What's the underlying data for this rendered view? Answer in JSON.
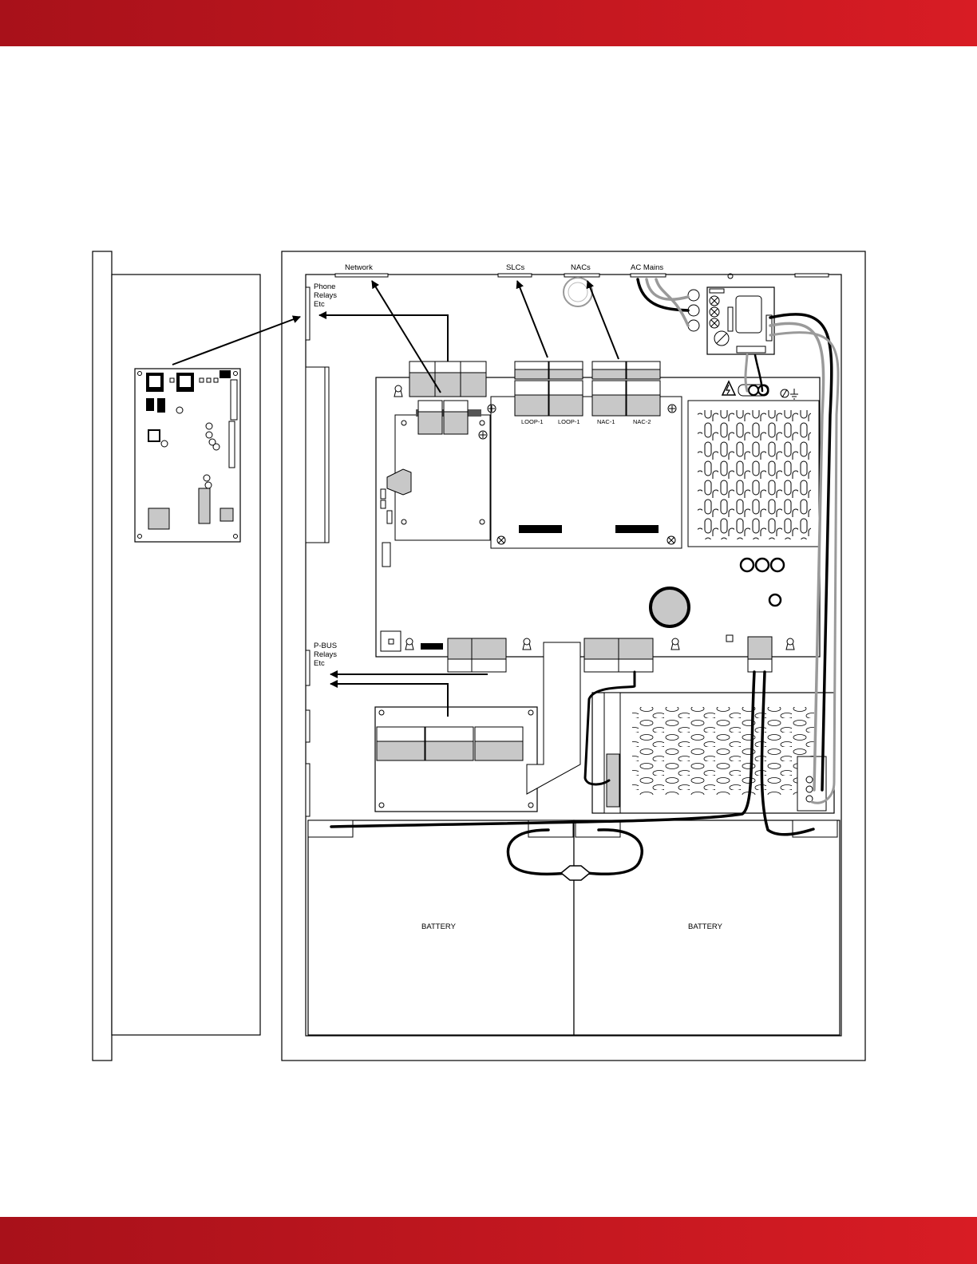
{
  "colors": {
    "band_dark": "#a8111a",
    "band_light": "#d81c24",
    "line": "#000000",
    "fill_grey": "#c8c8c8",
    "wire_grey": "#9a9a9a"
  },
  "labels": {
    "network": "Network",
    "slcs": "SLCs",
    "nacs": "NACs",
    "ac_mains": "AC Mains",
    "phone_1": "Phone",
    "phone_2": "Relays",
    "phone_3": "Etc",
    "pbus_1": "P-BUS",
    "pbus_2": "Relays",
    "pbus_3": "Etc",
    "loop_1a": "LOOP-1",
    "loop_1b": "LOOP-1",
    "nac_1": "NAC-1",
    "nac_2": "NAC-2",
    "battery_left": "BATTERY",
    "battery_right": "BATTERY"
  },
  "icons": [
    "high-voltage-warning-icon",
    "earth-ground-icon",
    "screw-icon",
    "keyhole-icon"
  ]
}
